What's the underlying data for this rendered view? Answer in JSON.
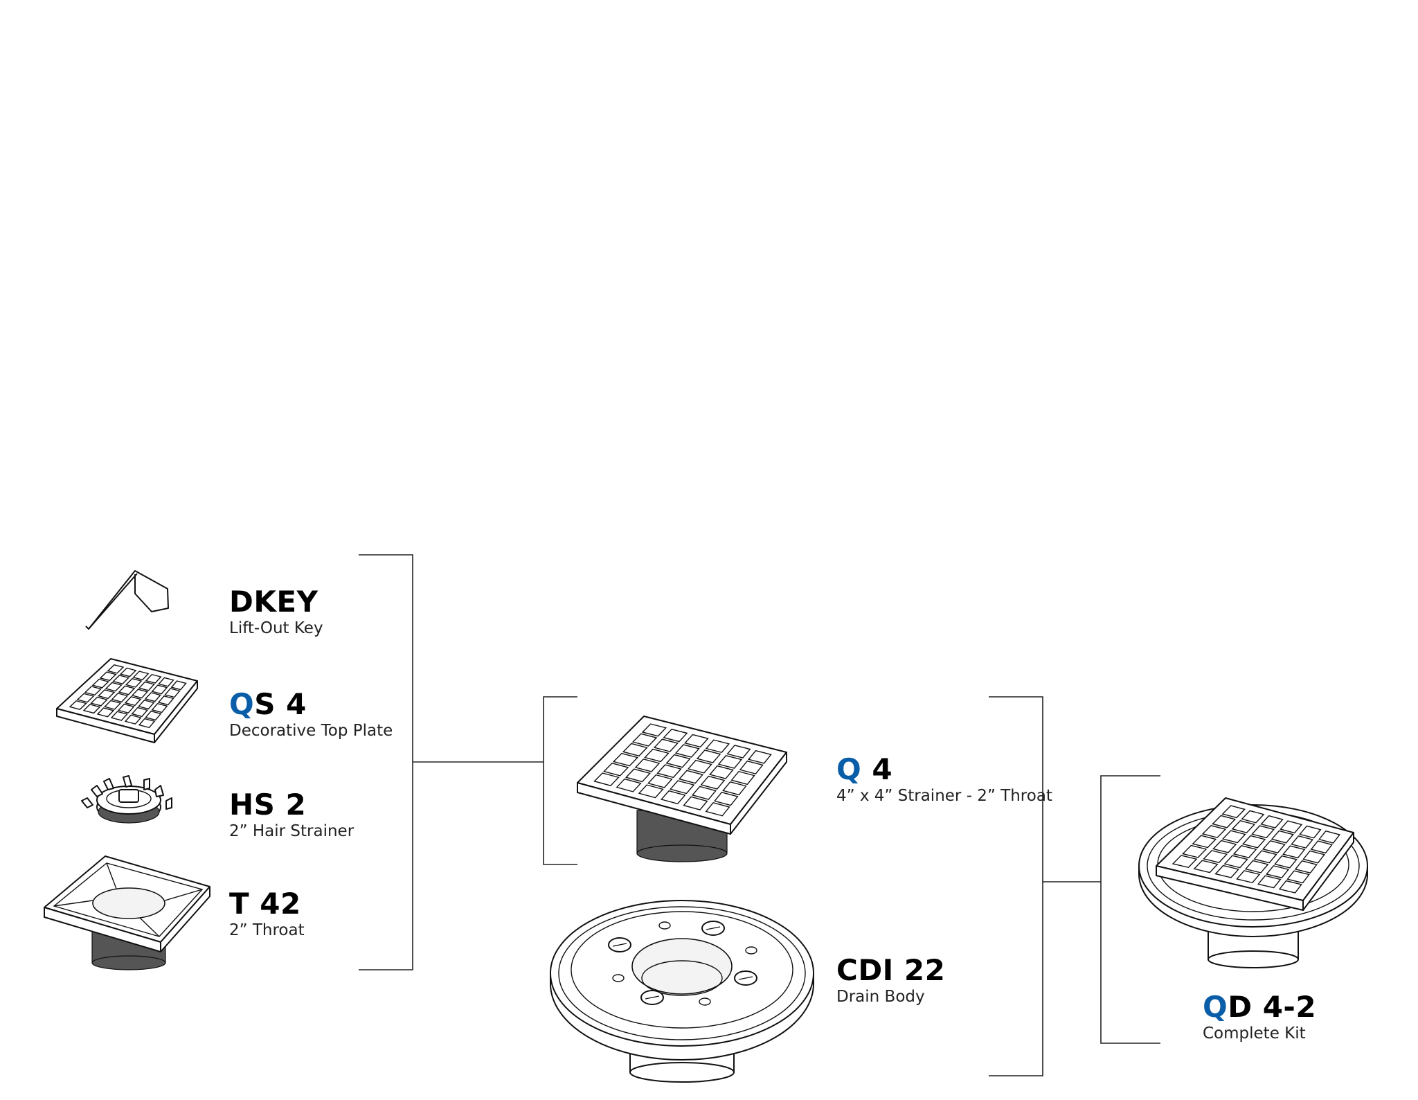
{
  "components": [
    {
      "id": "dkey",
      "code_prefix": "",
      "code_rest": "DKEY",
      "description": "Lift-Out Key"
    },
    {
      "id": "qs4",
      "code_prefix": "Q",
      "code_rest": "S 4",
      "description": "Decorative Top Plate"
    },
    {
      "id": "hs2",
      "code_prefix": "",
      "code_rest": "HS 2",
      "description": "2” Hair Strainer"
    },
    {
      "id": "t42",
      "code_prefix": "",
      "code_rest": "T 42",
      "description": "2” Throat"
    },
    {
      "id": "q4",
      "code_prefix": "Q",
      "code_rest": " 4",
      "description": "4” x 4” Strainer - 2” Throat"
    },
    {
      "id": "cdi22",
      "code_prefix": "",
      "code_rest": "CDI 22",
      "description": "Drain Body"
    },
    {
      "id": "qd42",
      "code_prefix": "Q",
      "code_rest": "D 4-2",
      "description": "Complete Kit"
    }
  ],
  "colors": {
    "accent": "#0a5ea8",
    "text": "#000000",
    "line": "#222222",
    "background": "#ffffff"
  },
  "icons": [
    "lift-out-key-icon",
    "decorative-top-plate-icon",
    "hair-strainer-icon",
    "throat-icon",
    "strainer-throat-icon",
    "drain-body-icon",
    "complete-kit-icon"
  ]
}
